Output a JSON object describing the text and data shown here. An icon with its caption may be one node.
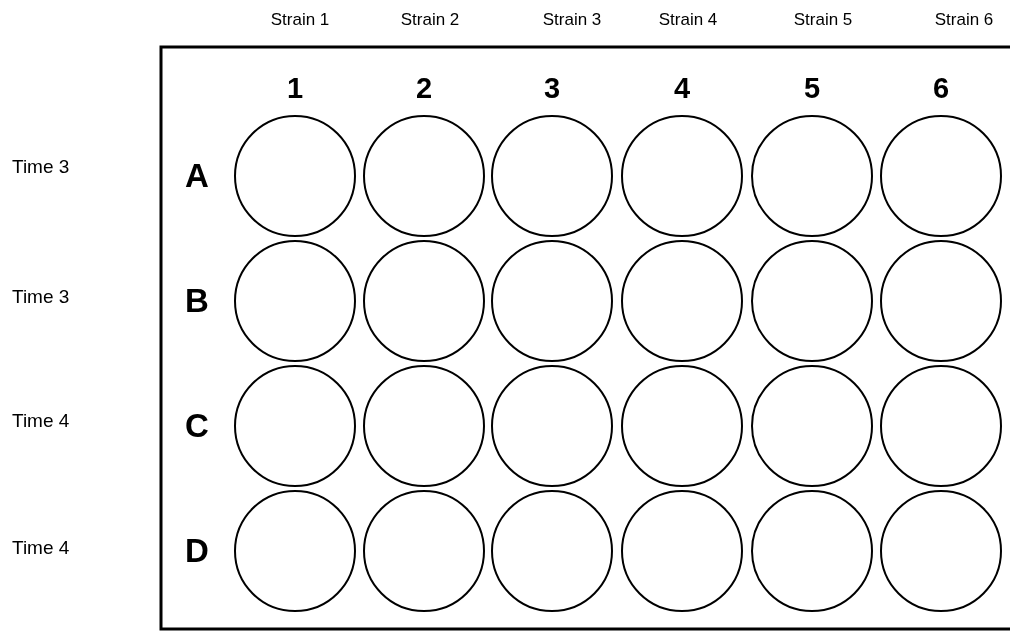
{
  "diagram": {
    "labels": [
      "Strain 1",
      "Strain 2",
      "Strain 3",
      "Strain 4",
      "Strain 5",
      "Strain 6",
      "1",
      "2",
      "3",
      "4",
      "5",
      "6",
      "Time 3",
      "A",
      "Time 3",
      "B",
      "Time 4",
      "C",
      "Time 4",
      "D"
    ]
  }
}
